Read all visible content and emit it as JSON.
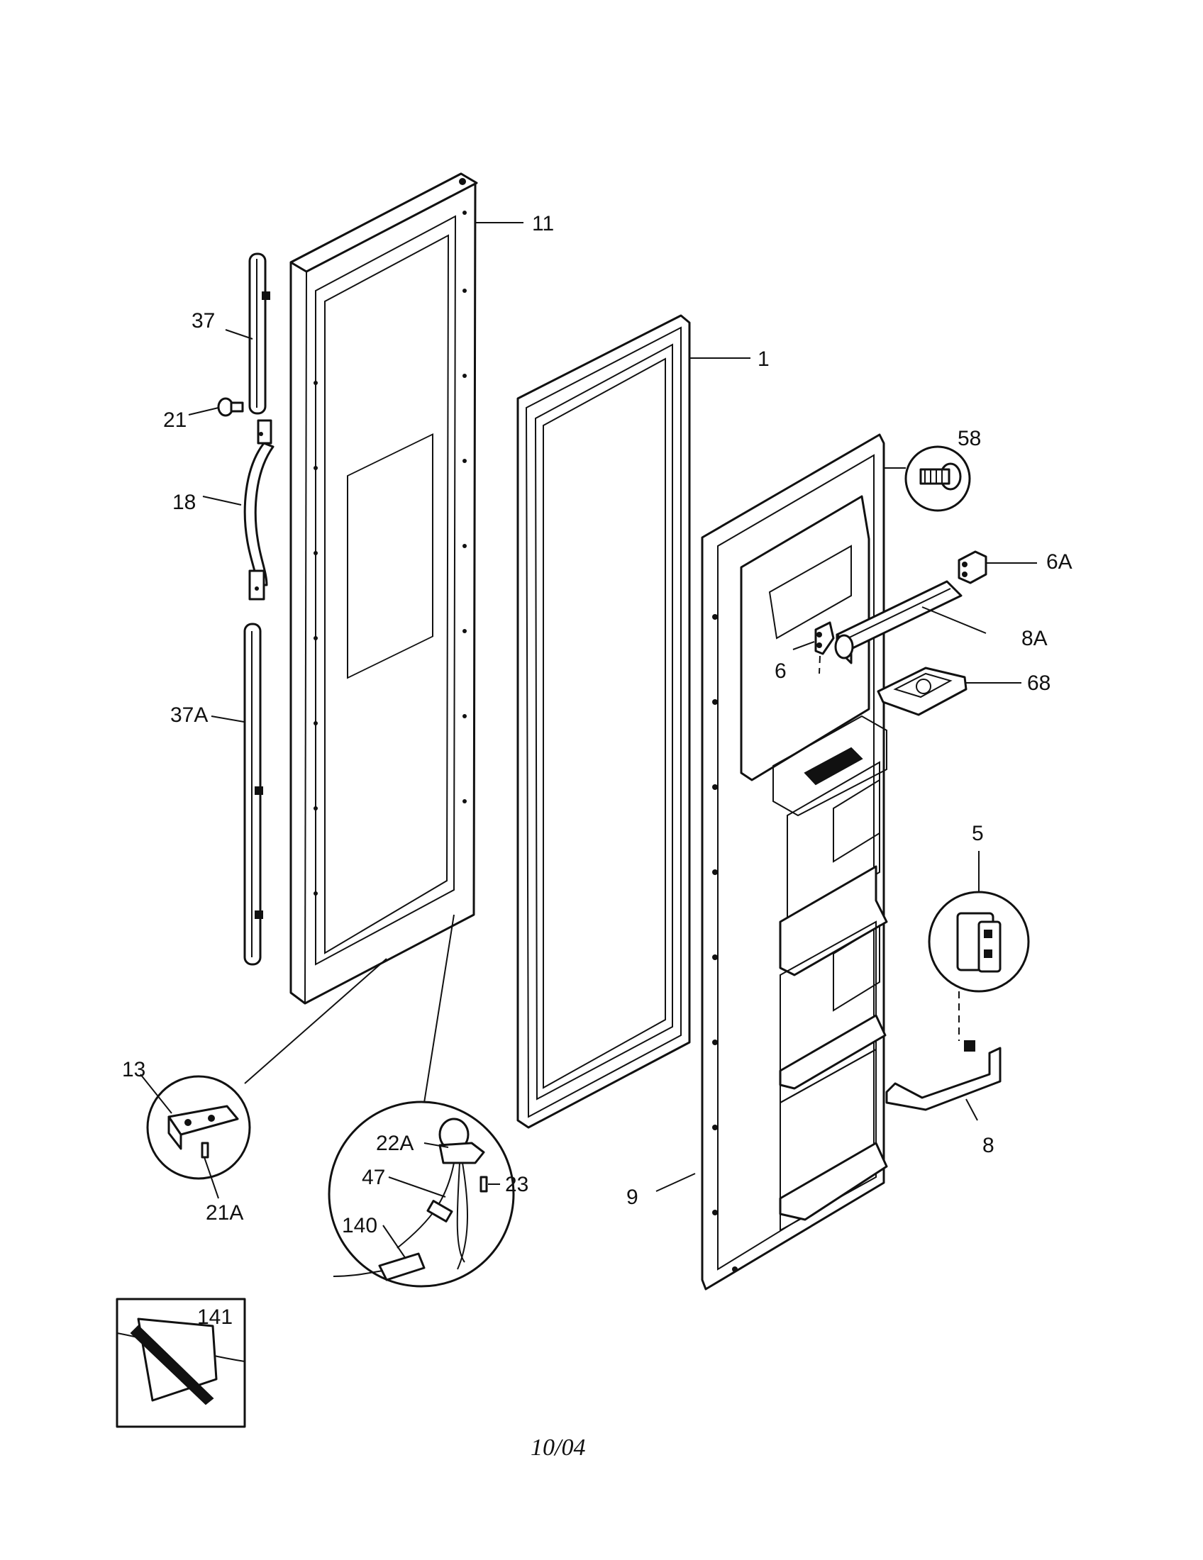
{
  "parts": [
    {
      "id": "p11",
      "label": "11"
    },
    {
      "id": "p1",
      "label": "1"
    },
    {
      "id": "p37",
      "label": "37"
    },
    {
      "id": "p21",
      "label": "21"
    },
    {
      "id": "p18",
      "label": "18"
    },
    {
      "id": "p37A",
      "label": "37A"
    },
    {
      "id": "p58",
      "label": "58"
    },
    {
      "id": "p6A",
      "label": "6A"
    },
    {
      "id": "p8A",
      "label": "8A"
    },
    {
      "id": "p6",
      "label": "6"
    },
    {
      "id": "p68",
      "label": "68"
    },
    {
      "id": "p5",
      "label": "5"
    },
    {
      "id": "p8",
      "label": "8"
    },
    {
      "id": "p9",
      "label": "9"
    },
    {
      "id": "p13",
      "label": "13"
    },
    {
      "id": "p21A",
      "label": "21A"
    },
    {
      "id": "p22A",
      "label": "22A"
    },
    {
      "id": "p23",
      "label": "23"
    },
    {
      "id": "p47",
      "label": "47"
    },
    {
      "id": "p140",
      "label": "140"
    },
    {
      "id": "p141",
      "label": "141"
    }
  ],
  "date_code": "10/04",
  "colors": {
    "line": "#111111",
    "background": "#ffffff"
  }
}
